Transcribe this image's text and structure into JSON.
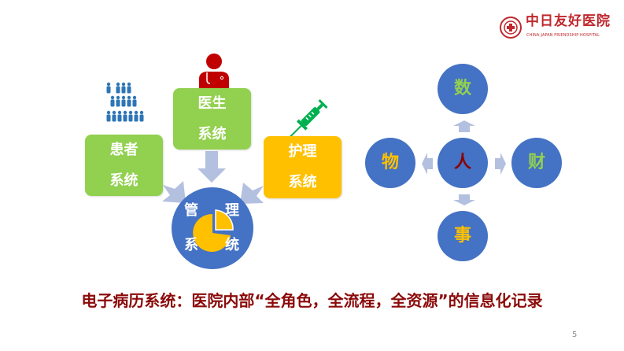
{
  "logo": {
    "name_cn": "中日友好医院",
    "name_en": "CHINA-JAPAN FRIENDSHIP HOSPITAL"
  },
  "left_diagram": {
    "patient_box": {
      "line1": "患者",
      "line2": "系统"
    },
    "doctor_box": {
      "line1": "医生",
      "line2": "系统"
    },
    "nursing_box": {
      "line1": "护理",
      "line2": "系统"
    },
    "management_circle": {
      "c1": "管",
      "c2": "理",
      "c3": "系",
      "c4": "统"
    }
  },
  "right_diagram": {
    "center": {
      "label": "人",
      "color": "#8B0000"
    },
    "top": {
      "label": "数",
      "color": "#92D050"
    },
    "left": {
      "label": "物",
      "color": "#FFC000"
    },
    "right": {
      "label": "财",
      "color": "#92D050"
    },
    "bottom": {
      "label": "事",
      "color": "#FFC000"
    }
  },
  "caption": "电子病历系统：医院内部“全角色，全流程，全资源”的信息化记录",
  "page_number": "5",
  "colors": {
    "green": "#92D050",
    "yellow": "#FFC000",
    "blue": "#4472C4",
    "arrow": "#B4C0E0",
    "caption": "#8B0A0A"
  }
}
